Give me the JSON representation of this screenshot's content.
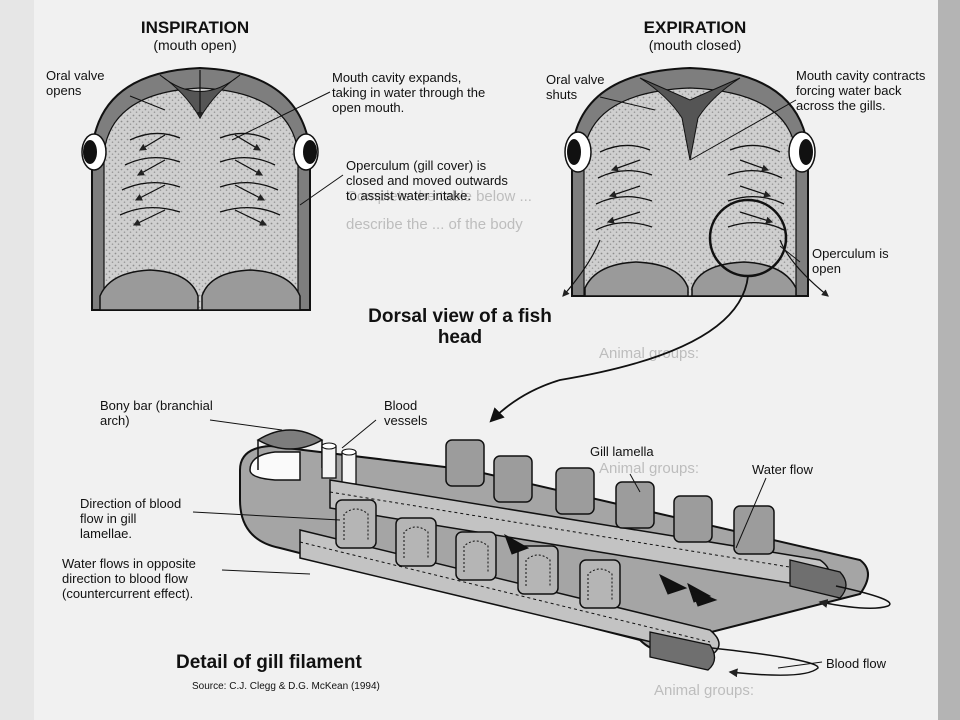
{
  "inspiration": {
    "title": "INSPIRATION",
    "subtitle": "(mouth open)",
    "oral_valve": "Oral valve opens",
    "mouth_cavity": "Mouth cavity expands, taking in water through the open mouth.",
    "operculum": "Operculum (gill cover) is closed and moved outwards to assist water intake."
  },
  "expiration": {
    "title": "EXPIRATION",
    "subtitle": "(mouth closed)",
    "oral_valve": "Oral valve shuts",
    "mouth_cavity": "Mouth cavity contracts forcing water back across the gills.",
    "operculum": "Operculum is open"
  },
  "dorsal_view": "Dorsal view of a fish head",
  "filament": {
    "bony_bar": "Bony bar (branchial arch)",
    "blood_vessels": "Blood vessels",
    "gill_lamella": "Gill lamella",
    "water_flow": "Water flow",
    "direction": "Direction of blood flow in gill lamellae.",
    "countercurrent": "Water flows in opposite direction to blood flow (countercurrent effect).",
    "blood_flow": "Blood flow"
  },
  "detail_title": "Detail of gill filament",
  "source": "Source: C.J. Clegg & D.G. McKean (1994)",
  "colors": {
    "stipple": "#c9c9c9",
    "dark_tissue": "#8a8a8a",
    "filament": "#bdbdbd",
    "lamella": "#a8a8a8",
    "ink": "#111111"
  }
}
